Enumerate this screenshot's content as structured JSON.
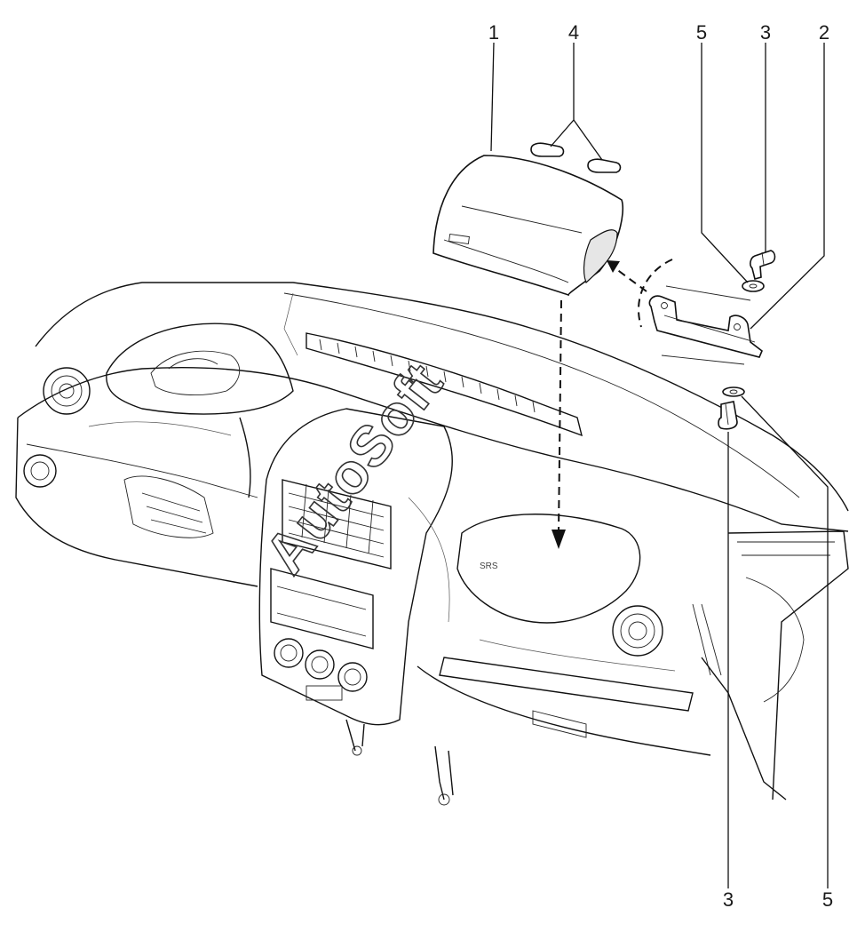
{
  "watermark": "AutoSoft",
  "callouts": {
    "top_1": "1",
    "top_4": "4",
    "top_5": "5",
    "top_3": "3",
    "top_2": "2",
    "bottom_3": "3",
    "bottom_5": "5"
  },
  "colors": {
    "line": "#111111",
    "background": "#ffffff"
  }
}
